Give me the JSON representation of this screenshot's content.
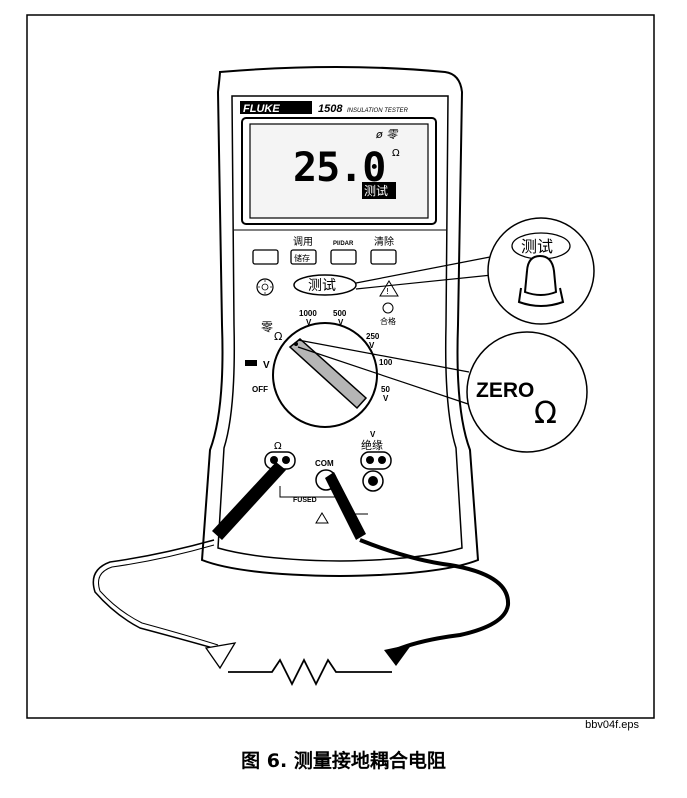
{
  "figure": {
    "caption": "图 6. 测量接地耦合电阻",
    "file_id": "bbv04f.eps"
  },
  "meter": {
    "brand": "FLUKE",
    "model": "1508",
    "model_desc": "INSULATION TESTER",
    "display": {
      "reading": "25.0",
      "indicator_top": "ø 零",
      "unit": "Ω",
      "test_label": "测试"
    },
    "buttons": {
      "recall_top": "调用",
      "recall_bottom": "储存",
      "pi_dar": "PI/DAR",
      "clear": "清除",
      "test": "测试",
      "pass_label": "合格"
    },
    "dial": {
      "zero_label": "零",
      "ohm_label": "Ω",
      "v1000": "1000",
      "v500": "500",
      "v250": "250",
      "v100": "100",
      "v50": "50",
      "v_unit": "V",
      "volt_label": "V",
      "off_label": "OFF"
    },
    "jacks": {
      "ohm": "Ω",
      "com": "COM",
      "insul_v": "V",
      "insul": "绝缘",
      "fused": "FUSED"
    }
  },
  "callouts": {
    "test_button": "测试",
    "zero": "ZERO",
    "zero_symbol": "Ω"
  }
}
